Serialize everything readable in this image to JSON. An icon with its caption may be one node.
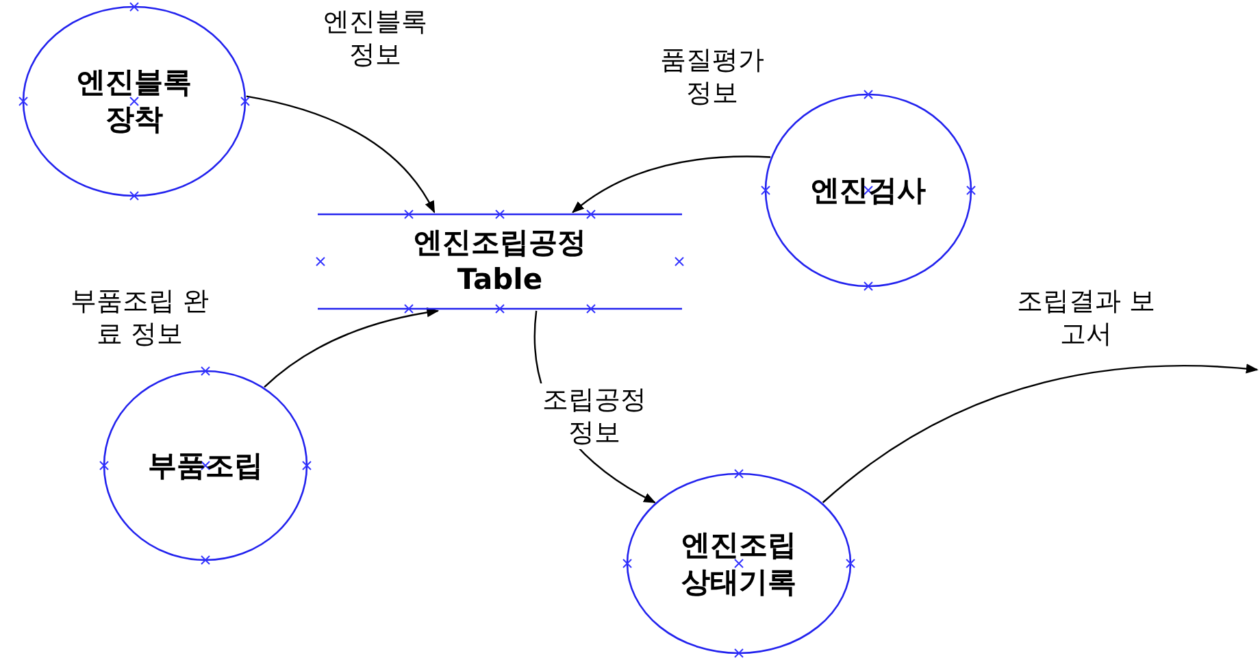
{
  "diagram": {
    "nodes": [
      {
        "text": [
          "엔진블록 장착"
        ]
      },
      {
        "text": [
          "엔진조립공정 Table"
        ]
      },
      {
        "text": [
          "엔진검사"
        ]
      },
      {
        "text": [
          "부품조립"
        ]
      },
      {
        "text": [
          "엔진조립 상태기록"
        ]
      }
    ],
    "edges": [
      {
        "from": 0,
        "to": 1,
        "arrow": "to",
        "label": "엔진블록 정보"
      },
      {
        "from": 2,
        "to": 1,
        "arrow": "to",
        "label": "품질평가 정보"
      },
      {
        "from": 3,
        "to": 1,
        "arrow": "to",
        "label": "부품조립 완료 정보"
      },
      {
        "from": 1,
        "to": 4,
        "arrow": "to",
        "label": "조립공정 정보"
      },
      {
        "from": 4,
        "to": null,
        "arrow": "to",
        "label": "조립결과 보고서"
      }
    ]
  }
}
